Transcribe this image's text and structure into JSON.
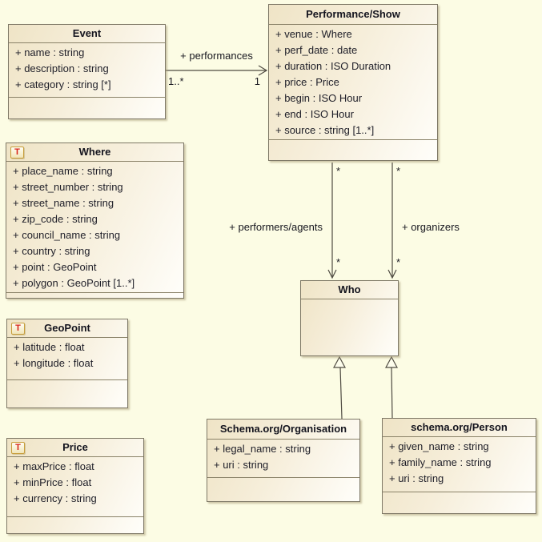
{
  "diagram": {
    "background_color": "#fcfce4",
    "box_fill_start": "#efe4c6",
    "box_fill_end": "#fffefa",
    "box_border_color": "#7e7866",
    "edge_color": "#4f4b42",
    "table_icon_color": "#d8251a"
  },
  "icons": {
    "table_letter": "T"
  },
  "classes": [
    {
      "title": "Event",
      "attributes": [
        "+ name : string",
        "+ description : string",
        "+ category : string [*]"
      ]
    },
    {
      "title": "Performance/Show",
      "attributes": [
        "+ venue : Where",
        "+ perf_date : date",
        "+ duration : ISO Duration",
        "+ price : Price",
        "+ begin : ISO Hour",
        "+ end : ISO Hour",
        "+ source : string [1..*]"
      ]
    },
    {
      "title": "Where",
      "attributes": [
        "+ place_name : string",
        "+ street_number : string",
        "+ street_name : string",
        "+ zip_code : string",
        "+ council_name : string",
        "+ country : string",
        "+ point : GeoPoint",
        "+ polygon : GeoPoint [1..*]"
      ]
    },
    {
      "title": "GeoPoint",
      "attributes": [
        "+ latitude : float",
        "+ longitude : float"
      ]
    },
    {
      "title": "Price",
      "attributes": [
        "+ maxPrice : float",
        "+ minPrice : float",
        "+ currency : string"
      ]
    },
    {
      "title": "Who",
      "attributes": []
    },
    {
      "title": "Schema.org/Organisation",
      "attributes": [
        "+ legal_name : string",
        "+ uri : string"
      ]
    },
    {
      "title": "schema.org/Person",
      "attributes": [
        "+ given_name : string",
        "+ family_name : string",
        "+ uri : string"
      ]
    }
  ],
  "edges": {
    "performances": {
      "label": "+ performances",
      "source_mult": "1..*",
      "target_mult": "1"
    },
    "performers": {
      "label": "+ performers/agents",
      "source_mult": "*",
      "target_mult": "*"
    },
    "organizers": {
      "label": "+ organizers",
      "source_mult": "*",
      "target_mult": "*"
    }
  }
}
